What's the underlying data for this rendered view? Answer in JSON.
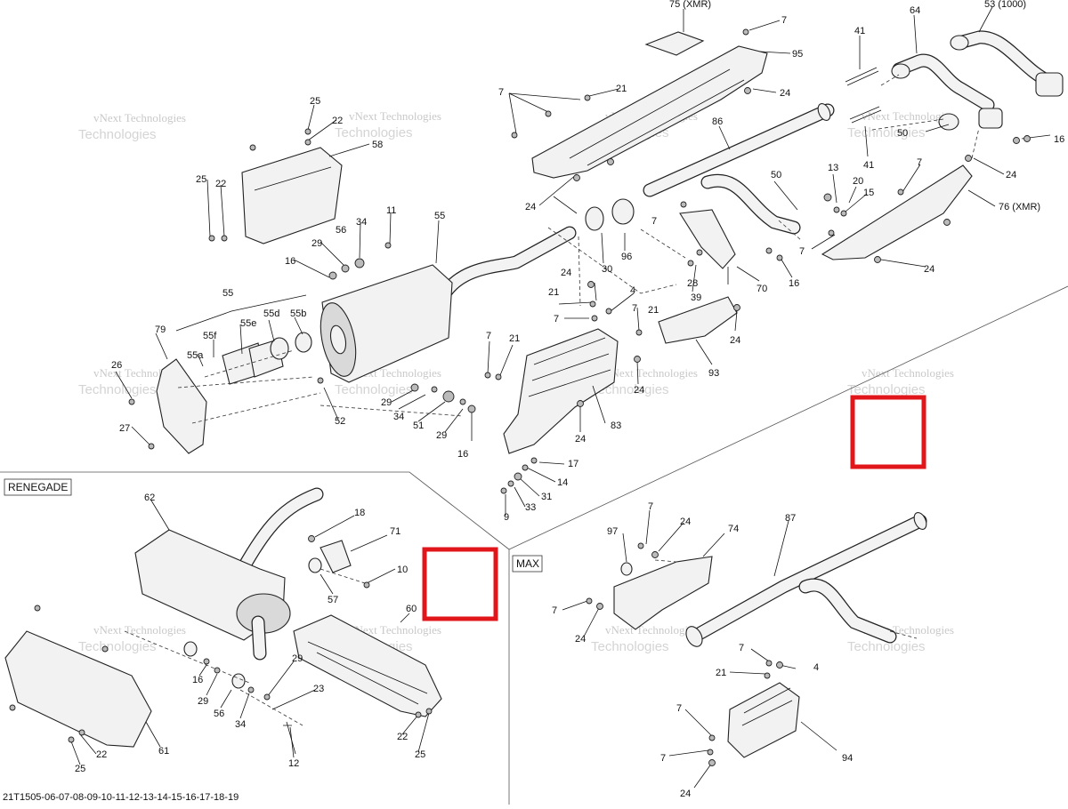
{
  "diagram": {
    "code": "21T1505-06-07-08-09-10-11-12-13-14-15-16-17-18-19",
    "section_renegade": "RENEGADE",
    "section_max": "MAX",
    "watermark_line1": "vNext Technologies",
    "watermark_line2": "Technologies",
    "highlight_color": "#e0161b",
    "callouts": [
      {
        "id": "c-75",
        "text": "75 (XMR)"
      },
      {
        "id": "c-7a",
        "text": "7"
      },
      {
        "id": "c-95",
        "text": "95"
      },
      {
        "id": "c-21a",
        "text": "21"
      },
      {
        "id": "c-24a",
        "text": "24"
      },
      {
        "id": "c-7b",
        "text": "7"
      },
      {
        "id": "c-24b",
        "text": "24"
      },
      {
        "id": "c-41a",
        "text": "41"
      },
      {
        "id": "c-64",
        "text": "64"
      },
      {
        "id": "c-53",
        "text": "53 (1000)"
      },
      {
        "id": "c-41b",
        "text": "41"
      },
      {
        "id": "c-50a",
        "text": "50"
      },
      {
        "id": "c-16a",
        "text": "16"
      },
      {
        "id": "c-86",
        "text": "86"
      },
      {
        "id": "c-25a",
        "text": "25"
      },
      {
        "id": "c-22a",
        "text": "22"
      },
      {
        "id": "c-58",
        "text": "58"
      },
      {
        "id": "c-25b",
        "text": "25"
      },
      {
        "id": "c-22b",
        "text": "22"
      },
      {
        "id": "c-55a",
        "text": "55"
      },
      {
        "id": "c-34a",
        "text": "34"
      },
      {
        "id": "c-11",
        "text": "11"
      },
      {
        "id": "c-56a",
        "text": "56"
      },
      {
        "id": "c-29a",
        "text": "29"
      },
      {
        "id": "c-16b",
        "text": "16"
      },
      {
        "id": "c-55b",
        "text": "55"
      },
      {
        "id": "c-55d",
        "text": "55d"
      },
      {
        "id": "c-55e",
        "text": "55e"
      },
      {
        "id": "c-55bb",
        "text": "55b"
      },
      {
        "id": "c-55f",
        "text": "55f"
      },
      {
        "id": "c-55aa",
        "text": "55a"
      },
      {
        "id": "c-79",
        "text": "79"
      },
      {
        "id": "c-26",
        "text": "26"
      },
      {
        "id": "c-27",
        "text": "27"
      },
      {
        "id": "c-29b",
        "text": "29"
      },
      {
        "id": "c-34b",
        "text": "34"
      },
      {
        "id": "c-51",
        "text": "51"
      },
      {
        "id": "c-29c",
        "text": "29"
      },
      {
        "id": "c-52",
        "text": "52"
      },
      {
        "id": "c-16c",
        "text": "16"
      },
      {
        "id": "c-30",
        "text": "30"
      },
      {
        "id": "c-96",
        "text": "96"
      },
      {
        "id": "c-24c",
        "text": "24"
      },
      {
        "id": "c-21b",
        "text": "21"
      },
      {
        "id": "c-7c",
        "text": "7"
      },
      {
        "id": "c-4a",
        "text": "4"
      },
      {
        "id": "c-7d",
        "text": "7"
      },
      {
        "id": "c-21c",
        "text": "21"
      },
      {
        "id": "c-7e",
        "text": "7"
      },
      {
        "id": "c-21d",
        "text": "21"
      },
      {
        "id": "c-24d",
        "text": "24"
      },
      {
        "id": "c-83",
        "text": "83"
      },
      {
        "id": "c-24e",
        "text": "24"
      },
      {
        "id": "c-93",
        "text": "93"
      },
      {
        "id": "c-24f",
        "text": "24"
      },
      {
        "id": "c-28",
        "text": "28"
      },
      {
        "id": "c-39",
        "text": "39"
      },
      {
        "id": "c-70",
        "text": "70"
      },
      {
        "id": "c-16d",
        "text": "16"
      },
      {
        "id": "c-7f",
        "text": "7"
      },
      {
        "id": "c-50b",
        "text": "50"
      },
      {
        "id": "c-13",
        "text": "13"
      },
      {
        "id": "c-20",
        "text": "20"
      },
      {
        "id": "c-15",
        "text": "15"
      },
      {
        "id": "c-7g",
        "text": "7"
      },
      {
        "id": "c-24g",
        "text": "24"
      },
      {
        "id": "c-76",
        "text": "76 (XMR)"
      },
      {
        "id": "c-7h",
        "text": "7"
      },
      {
        "id": "c-24h",
        "text": "24"
      },
      {
        "id": "c-17",
        "text": "17"
      },
      {
        "id": "c-14",
        "text": "14"
      },
      {
        "id": "c-31",
        "text": "31"
      },
      {
        "id": "c-33",
        "text": "33"
      },
      {
        "id": "c-9",
        "text": "9"
      },
      {
        "id": "c-62",
        "text": "62"
      },
      {
        "id": "c-18",
        "text": "18"
      },
      {
        "id": "c-71",
        "text": "71"
      },
      {
        "id": "c-10",
        "text": "10"
      },
      {
        "id": "c-57",
        "text": "57"
      },
      {
        "id": "c-60",
        "text": "60"
      },
      {
        "id": "c-16e",
        "text": "16"
      },
      {
        "id": "c-29d",
        "text": "29"
      },
      {
        "id": "c-29e",
        "text": "29"
      },
      {
        "id": "c-23",
        "text": "23"
      },
      {
        "id": "c-56b",
        "text": "56"
      },
      {
        "id": "c-34c",
        "text": "34"
      },
      {
        "id": "c-61",
        "text": "61"
      },
      {
        "id": "c-22c",
        "text": "22"
      },
      {
        "id": "c-25c",
        "text": "25"
      },
      {
        "id": "c-12",
        "text": "12"
      },
      {
        "id": "c-22d",
        "text": "22"
      },
      {
        "id": "c-25d",
        "text": "25"
      },
      {
        "id": "c-97",
        "text": "97"
      },
      {
        "id": "c-7i",
        "text": "7"
      },
      {
        "id": "c-24i",
        "text": "24"
      },
      {
        "id": "c-74",
        "text": "74"
      },
      {
        "id": "c-87",
        "text": "87"
      },
      {
        "id": "c-7j",
        "text": "7"
      },
      {
        "id": "c-24j",
        "text": "24"
      },
      {
        "id": "c-7k",
        "text": "7"
      },
      {
        "id": "c-21e",
        "text": "21"
      },
      {
        "id": "c-4b",
        "text": "4"
      },
      {
        "id": "c-7l",
        "text": "7"
      },
      {
        "id": "c-7m",
        "text": "7"
      },
      {
        "id": "c-94",
        "text": "94"
      },
      {
        "id": "c-24k",
        "text": "24"
      }
    ]
  }
}
